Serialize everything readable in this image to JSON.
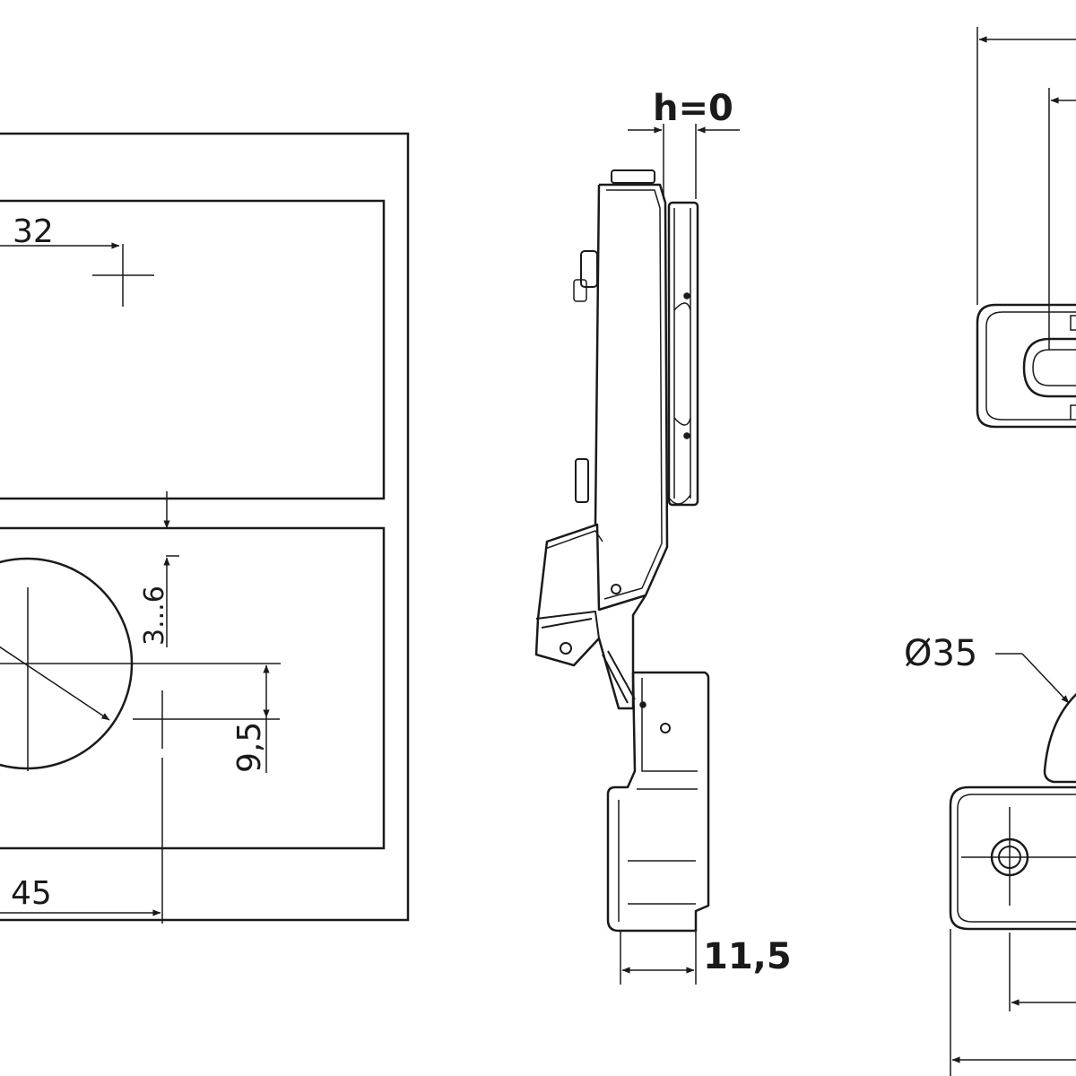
{
  "diagram": {
    "colors": {
      "line": "#1a1a1a",
      "background": "#ffffff"
    },
    "front_view": {
      "dim_horizontal_top": "32",
      "dim_gap": "3...6",
      "dim_offset": "9,5",
      "dim_horizontal_bottom": "45"
    },
    "side_view": {
      "dim_overlay": "h=0",
      "dim_thickness": "11,5"
    },
    "right_view": {
      "dim_cup_diameter": "Ø35"
    }
  }
}
